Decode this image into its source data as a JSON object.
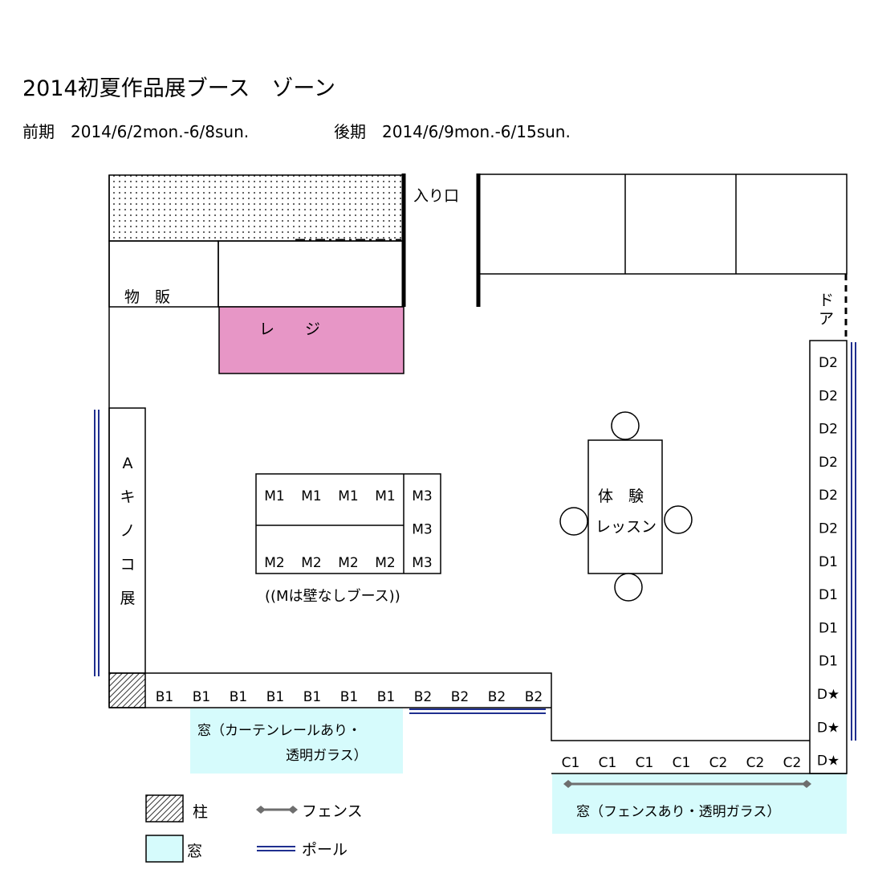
{
  "title": "2014初夏作品展ブース　ゾーン",
  "periods": {
    "first": "前期　2014/6/2mon.-6/8sun.",
    "second": "後期　2014/6/9mon.-6/15sun."
  },
  "rooms": {
    "entrance": "入り口",
    "shop": "物　販",
    "register": "レ　　ジ",
    "door": [
      "ド",
      "ア"
    ],
    "a_zone": [
      "A",
      "キ",
      "ノ",
      "コ",
      "展"
    ],
    "lesson": [
      "体　験",
      "レッスン"
    ],
    "m_note": "((Mは壁なしブース))"
  },
  "booths": {
    "m_top": [
      "M1",
      "M1",
      "M1",
      "M1"
    ],
    "m_bottom": [
      "M2",
      "M2",
      "M2",
      "M2"
    ],
    "m_side": [
      "M3",
      "M3",
      "M3"
    ],
    "b_row": [
      "B1",
      "B1",
      "B1",
      "B1",
      "B1",
      "B1",
      "B1",
      "B2",
      "B2",
      "B2",
      "B2"
    ],
    "c_row": [
      "C1",
      "C1",
      "C1",
      "C1",
      "C2",
      "C2",
      "C2"
    ],
    "d_col": [
      "D2",
      "D2",
      "D2",
      "D2",
      "D2",
      "D2",
      "D1",
      "D1",
      "D1",
      "D1",
      "D★",
      "D★",
      "D★"
    ]
  },
  "windows": {
    "left_line1": "窓（カーテンレールあり・",
    "left_line2": "透明ガラス）",
    "right": "窓（フェンスあり・透明ガラス）"
  },
  "legend": {
    "pillar": "柱",
    "fence": "フェンス",
    "window": "窓",
    "pole": "ポール"
  },
  "colors": {
    "register": "#e796c6",
    "window": "#d6fbfc",
    "pole": "#1f2f8f",
    "fence": "#6e6e6e"
  }
}
